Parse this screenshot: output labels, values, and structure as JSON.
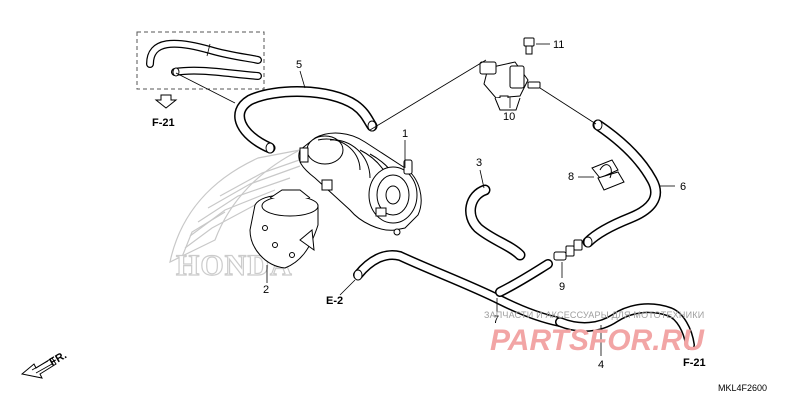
{
  "callouts": {
    "c1": "1",
    "c2": "2",
    "c3": "3",
    "c4": "4",
    "c5": "5",
    "c6": "6",
    "c7": "7",
    "c8": "8",
    "c9": "9",
    "c10": "10",
    "c11": "11"
  },
  "refs": {
    "f21_top": "F-21",
    "f21_bottom": "F-21",
    "e2": "E-2",
    "fr": "FR."
  },
  "watermark": {
    "line1": "ЗАПЧАСТИ И АКСЕССУАРЫ ДЛЯ МОТОТЕХНИКИ",
    "logo": "PARTSFOR.RU"
  },
  "background_brand": "HONDA",
  "diagram_code": "MKL4F2600",
  "colors": {
    "watermark_logo": "#f2a5a5",
    "watermark_text": "#9e9e9e",
    "background_brand_outline": "#cccccc"
  }
}
